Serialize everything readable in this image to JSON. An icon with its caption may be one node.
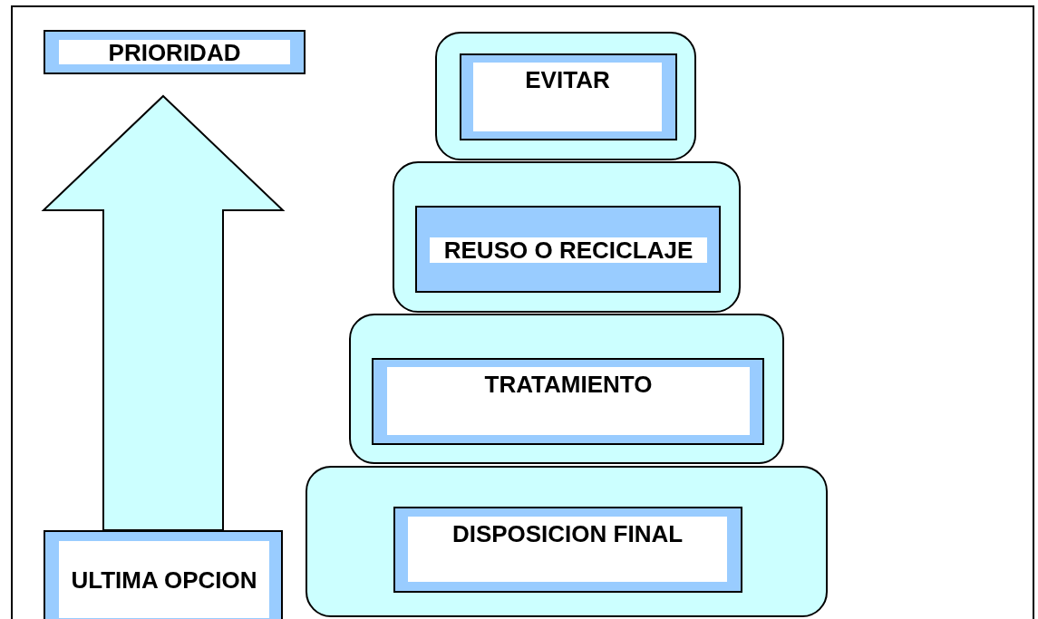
{
  "diagram": {
    "nodes": [
      {
        "text": [
          "PRIORIDAD"
        ]
      },
      {
        "text": [],
        "shape": "box"
      },
      {
        "text": [
          "EVITAR"
        ],
        "in": 1
      },
      {
        "text": [],
        "shape": "box"
      },
      {
        "text": [
          "REUSO O RECICLAJE"
        ],
        "in": 3
      },
      {
        "text": [],
        "shape": "box"
      },
      {
        "text": [
          "TRATAMIENTO"
        ],
        "in": 5
      },
      {
        "text": [],
        "shape": "box"
      },
      {
        "text": [
          "DISPOSICION FINAL"
        ],
        "in": 7
      },
      {
        "text": [
          "ULTIMA OPCION"
        ]
      }
    ],
    "edges": [
      {
        "from": 9,
        "to": 0,
        "arrow": "to",
        "style": "thick"
      }
    ]
  }
}
